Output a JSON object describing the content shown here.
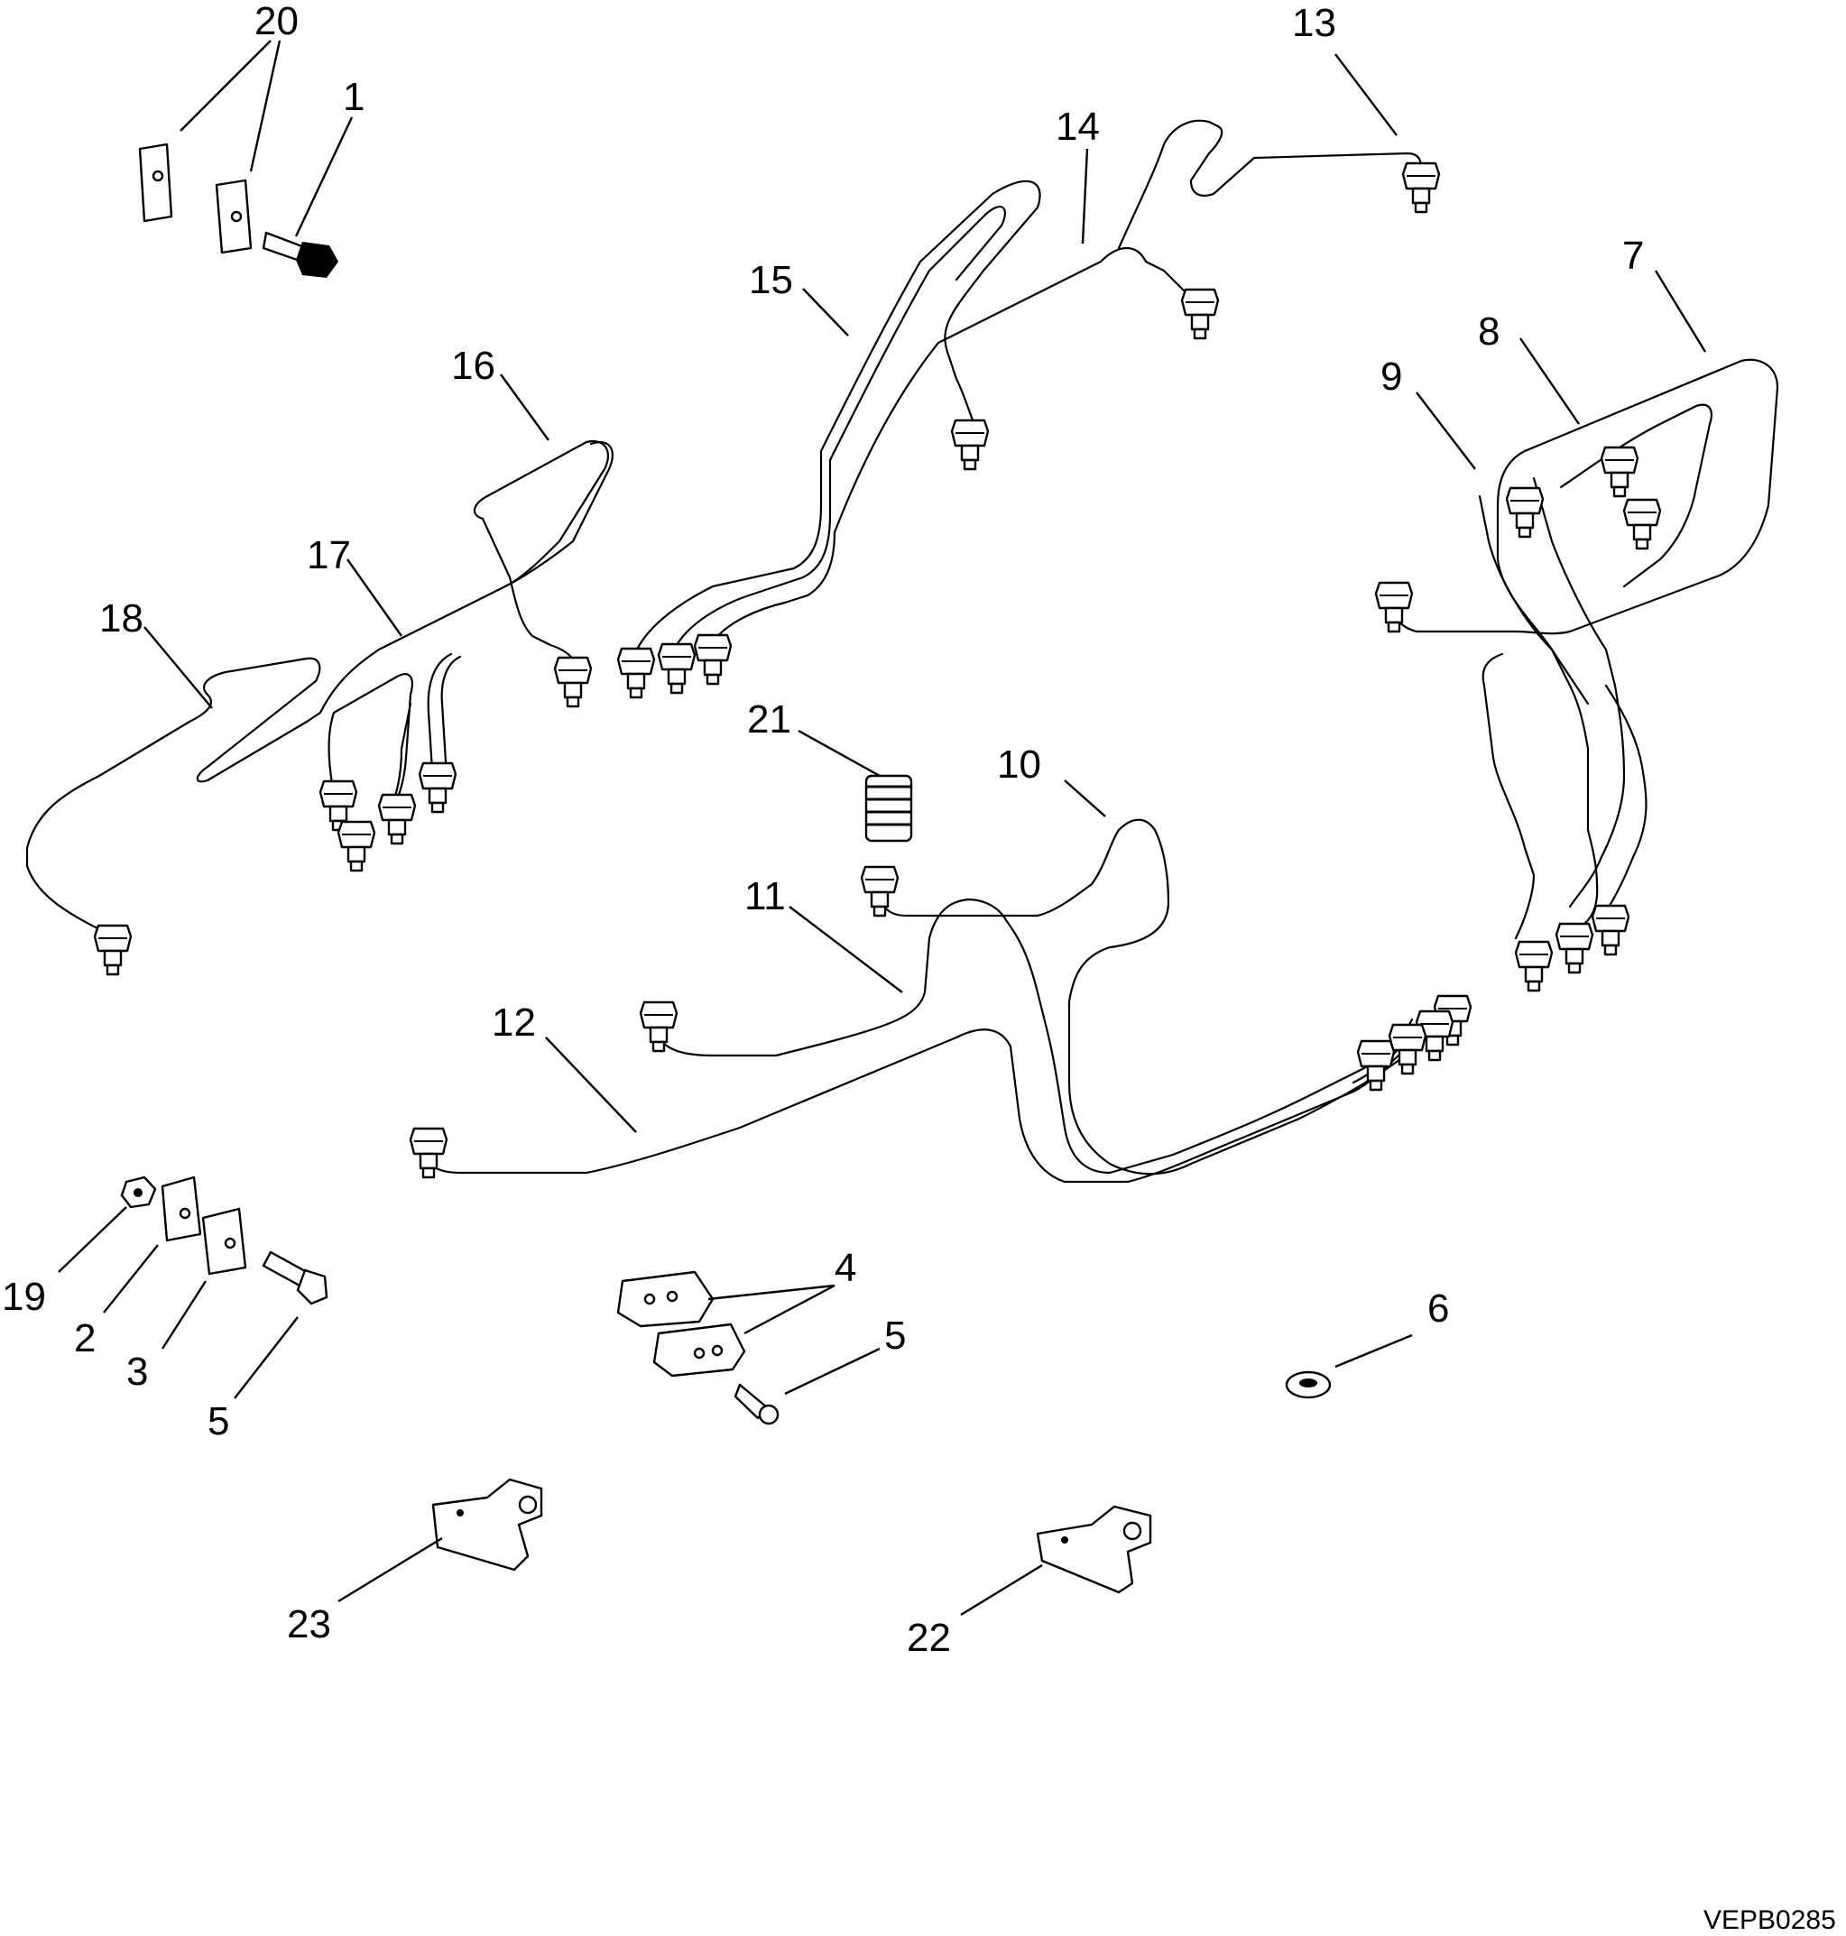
{
  "callouts": {
    "c1": "1",
    "c2": "2",
    "c3": "3",
    "c4": "4",
    "c5a": "5",
    "c5b": "5",
    "c6": "6",
    "c7": "7",
    "c8": "8",
    "c9": "9",
    "c10": "10",
    "c11": "11",
    "c12": "12",
    "c13": "13",
    "c14": "14",
    "c15": "15",
    "c16": "16",
    "c17": "17",
    "c18": "18",
    "c19": "19",
    "c20": "20",
    "c21": "21",
    "c22": "22",
    "c23": "23"
  },
  "drawing_code": "VEPB0285"
}
